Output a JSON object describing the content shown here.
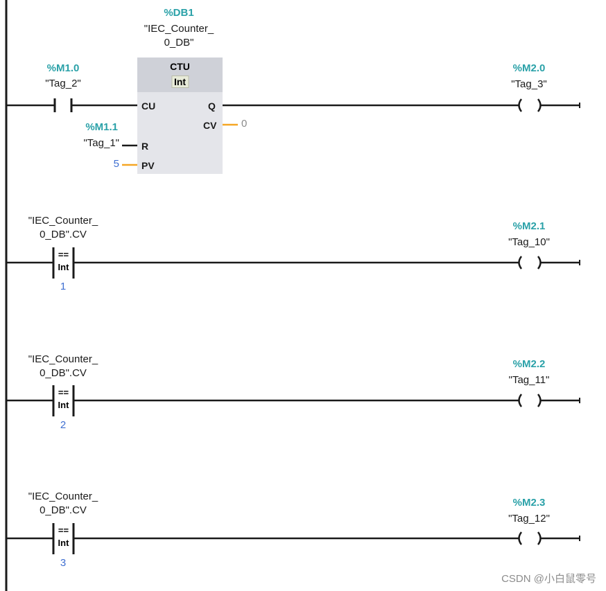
{
  "network1": {
    "contact": {
      "address": "%M1.0",
      "tag": "\"Tag_2\""
    },
    "block": {
      "instance_address": "%DB1",
      "instance_name_line1": "\"IEC_Counter_",
      "instance_name_line2": "0_DB\"",
      "type": "CTU",
      "data_type": "Int",
      "pins": {
        "cu": "CU",
        "r": "R",
        "pv": "PV",
        "q": "Q",
        "cv": "CV"
      }
    },
    "reset": {
      "address": "%M1.1",
      "tag": "\"Tag_1\""
    },
    "pv_value": "5",
    "cv_value": "0",
    "coil": {
      "address": "%M2.0",
      "tag": "\"Tag_3\""
    }
  },
  "compare_rungs": [
    {
      "operand_line1": "\"IEC_Counter_",
      "operand_line2": "0_DB\".CV",
      "operator": "==",
      "data_type": "Int",
      "value": "1",
      "coil_address": "%M2.1",
      "coil_tag": "\"Tag_10\""
    },
    {
      "operand_line1": "\"IEC_Counter_",
      "operand_line2": "0_DB\".CV",
      "operator": "==",
      "data_type": "Int",
      "value": "2",
      "coil_address": "%M2.2",
      "coil_tag": "\"Tag_11\""
    },
    {
      "operand_line1": "\"IEC_Counter_",
      "operand_line2": "0_DB\".CV",
      "operator": "==",
      "data_type": "Int",
      "value": "3",
      "coil_address": "%M2.3",
      "coil_tag": "\"Tag_12\""
    }
  ],
  "colors": {
    "address": "#2aa1a8",
    "constant": "#3f6fd1",
    "wire": "#1a1a1a",
    "int_wire": "#f5a623"
  },
  "watermark": "CSDN @小白鼠零号"
}
